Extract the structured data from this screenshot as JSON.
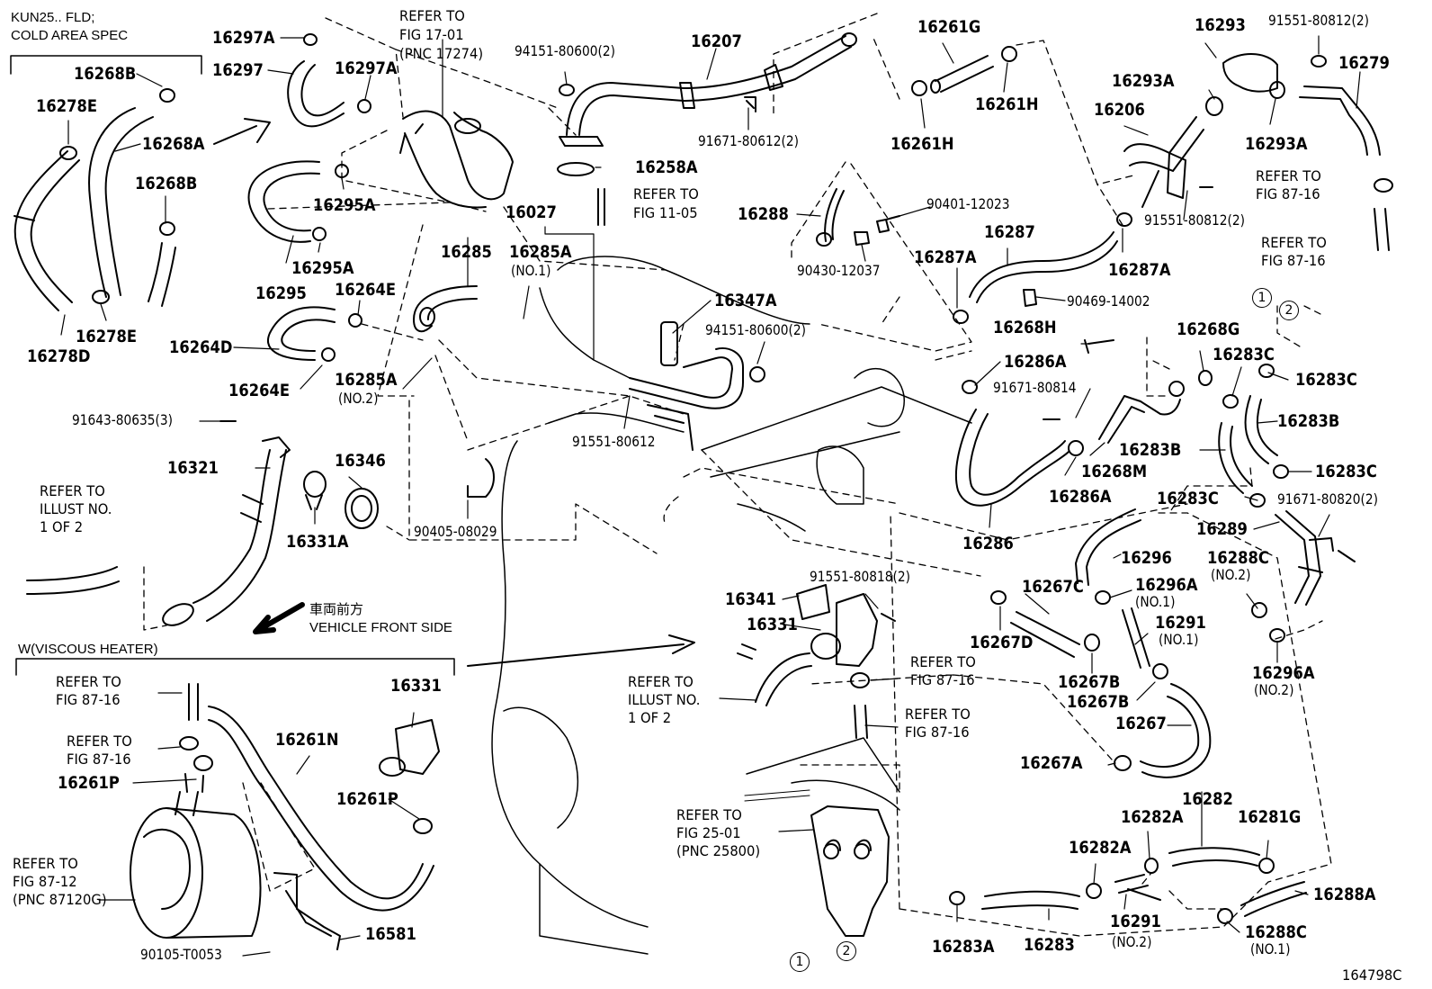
{
  "header": {
    "spec_line1": "KUN25.. FLD;",
    "spec_line2": "COLD AREA SPEC",
    "viscous_heater": "W(VISCOUS HEATER)",
    "vehicle_front_jp": "車両前方",
    "vehicle_front_en": "VEHICLE FRONT SIDE",
    "figure_code": "164798C"
  },
  "markers": {
    "one": "1",
    "two": "2"
  },
  "notes": {
    "fig1701_a": "REFER TO",
    "fig1701_b": "FIG 17-01",
    "fig1701_c": "(PNC 17274)",
    "fig1105_a": "REFER TO",
    "fig1105_b": "FIG 11-05",
    "illust_left_a": "REFER TO",
    "illust_left_b": "ILLUST NO.",
    "illust_left_c": "1 OF 2",
    "illust_mid_a": "REFER TO",
    "illust_mid_b": "ILLUST NO.",
    "illust_mid_c": "1 OF 2",
    "fig8716_tr1_a": "REFER TO",
    "fig8716_tr1_b": "FIG 87-16",
    "fig8716_tr2_a": "REFER TO",
    "fig8716_tr2_b": "FIG 87-16",
    "fig8716_c1_a": "REFER TO",
    "fig8716_c1_b": "FIG 87-16",
    "fig8716_c2_a": "REFER TO",
    "fig8716_c2_b": "FIG 87-16",
    "fig8716_bl1_a": "REFER TO",
    "fig8716_bl1_b": "FIG 87-16",
    "fig8716_bl2_a": "REFER TO",
    "fig8716_bl2_b": "FIG 87-16",
    "fig8712_a": "REFER TO",
    "fig8712_b": "FIG 87-12",
    "fig8712_c": "(PNC 87120G)",
    "fig2501_a": "REFER TO",
    "fig2501_b": "FIG 25-01",
    "fig2501_c": "(PNC 25800)"
  },
  "parts": {
    "p16297A_a": "16297A",
    "p16297": "16297",
    "p16297A_b": "16297A",
    "p16268B_a": "16268B",
    "p16278E_a": "16278E",
    "p16268A": "16268A",
    "p16268B_b": "16268B",
    "p16278E_b": "16278E",
    "p16278D": "16278D",
    "p16295A_a": "16295A",
    "p16295A_b": "16295A",
    "p16295": "16295",
    "p16264E_a": "16264E",
    "p16264D": "16264D",
    "p16264E_b": "16264E",
    "p16285A_no2": "16285A",
    "sub_no2_a": "(NO.2)",
    "p91643": "91643-80635(3)",
    "p16321": "16321",
    "p16346": "16346",
    "p16331A": "16331A",
    "p90405": "90405-08029",
    "p94151_a": "94151-80600(2)",
    "p16207": "16207",
    "p91671_a": "91671-80612(2)",
    "p16258A": "16258A",
    "p16027": "16027",
    "p16285": "16285",
    "p16285A_no1": "16285A",
    "sub_no1_a": "(NO.1)",
    "p16347A": "16347A",
    "p94151_b": "94151-80600(2)",
    "p91551_a": "91551-80612",
    "p16261G": "16261G",
    "p16261H_a": "16261H",
    "p16261H_b": "16261H",
    "p16288": "16288",
    "p90401": "90401-12023",
    "p90430": "90430-12037",
    "p16287": "16287",
    "p16287A_a": "16287A",
    "p16287A_b": "16287A",
    "p90469": "90469-14002",
    "p16268H": "16268H",
    "p16286A_a": "16286A",
    "p91671_b": "91671-80814",
    "p16268M": "16268M",
    "p16286A_b": "16286A",
    "p16286": "16286",
    "p16293": "16293",
    "p91551_b": "91551-80812(2)",
    "p16279": "16279",
    "p16293A_a": "16293A",
    "p16206": "16206",
    "p16293A_b": "16293A",
    "p91551_c": "91551-80812(2)",
    "p16268G": "16268G",
    "p16283C_a": "16283C",
    "p16283C_b": "16283C",
    "p16283B_a": "16283B",
    "p16283B_b": "16283B",
    "p16283C_c": "16283C",
    "p16283C_d": "16283C",
    "p91671_c": "91671-80820(2)",
    "p16289": "16289",
    "p16288C_no2": "16288C",
    "sub_no2_b": "(NO.2)",
    "p16296": "16296",
    "p16296A_no1": "16296A",
    "sub_no1_b": "(NO.1)",
    "p16267C": "16267C",
    "p16267D": "16267D",
    "p16291_no1": "16291",
    "sub_no1_c": "(NO.1)",
    "p16267B_a": "16267B",
    "p16267B_b": "16267B",
    "p16267": "16267",
    "p16296A_no2": "16296A",
    "sub_no2_c": "(NO.2)",
    "p16267A": "16267A",
    "p91551_d": "91551-80818(2)",
    "p16341": "16341",
    "p16331_a": "16331",
    "p16282": "16282",
    "p16282A_a": "16282A",
    "p16281G": "16281G",
    "p16282A_b": "16282A",
    "p16288A": "16288A",
    "p16291_no2": "16291",
    "sub_no2_d": "(NO.2)",
    "p16288C_no1": "16288C",
    "sub_no1_d": "(NO.1)",
    "p16283A": "16283A",
    "p16283": "16283",
    "p16261N": "16261N",
    "p16331_b": "16331",
    "p16261P_a": "16261P",
    "p16261P_b": "16261P",
    "p16581": "16581",
    "p90105": "90105-T0053"
  }
}
